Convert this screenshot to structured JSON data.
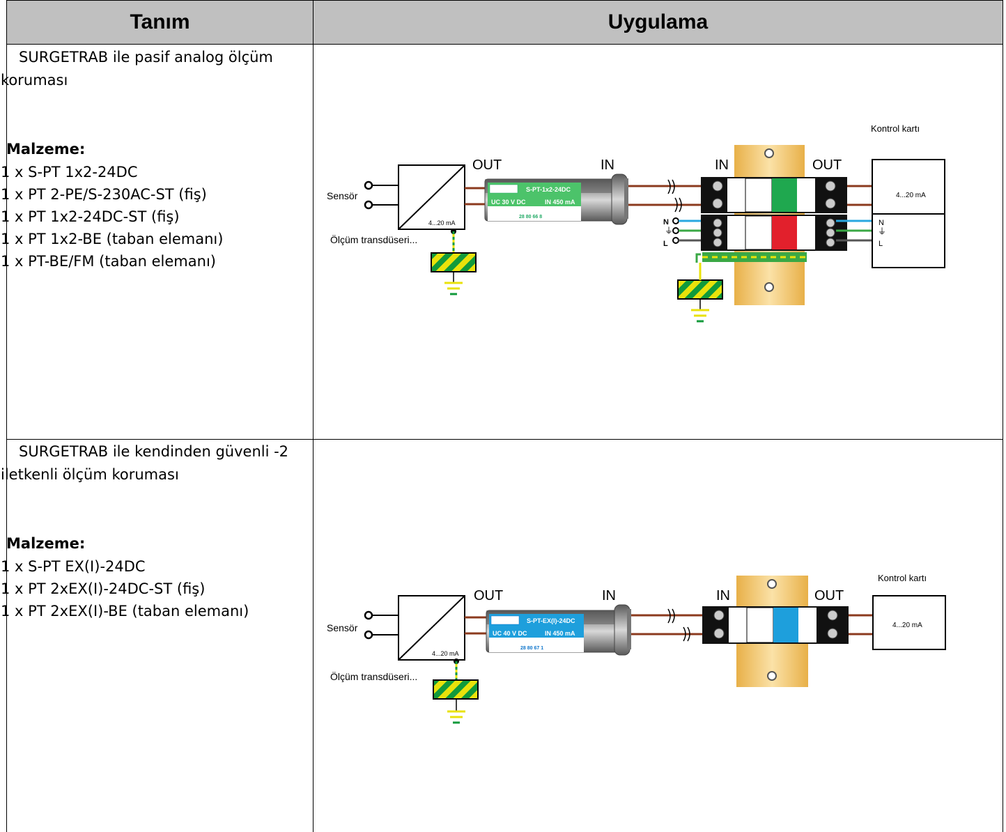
{
  "header": {
    "col1": "Tanım",
    "col2": "Uygulama"
  },
  "row1": {
    "title_line1": "SURGETRAB ile pasif analog ölçüm",
    "title_line2": "koruması",
    "materials_label": "Malzeme:",
    "materials": [
      "1 x S-PT 1x2-24DC",
      "1 x PT 2-PE/S-230AC-ST (fiş)",
      "1 x PT 1x2-24DC-ST (fiş)",
      "1 x PT 1x2-BE (taban elemanı)",
      "1 x PT-BE/FM (taban elemanı)"
    ],
    "diagram": {
      "sensor": "Sensör",
      "transducer": "Ölçüm transdüseri...",
      "range": "4...20 mA",
      "out_left": "OUT",
      "in_mid": "IN",
      "in_right": "IN",
      "out_right": "OUT",
      "device_name": "S-PT-1x2-24DC",
      "device_uc": "UC 30 V DC",
      "device_in": "IN 450 mA",
      "device_code": "28 80 66 8",
      "control_card": "Kontrol kartı",
      "card_range": "4...20 mA",
      "n_label": "N",
      "l_label": "L",
      "colors": {
        "protector_top": "#1fa84f",
        "protector_bottom": "#e2202c",
        "device": "#4cc36a"
      }
    }
  },
  "row2": {
    "title_line1": "SURGETRAB ile kendinden güvenli -2",
    "title_line2": "iletkenli ölçüm koruması",
    "materials_label": "Malzeme:",
    "materials": [
      "1 x S-PT EX(I)-24DC",
      "1 x PT 2xEX(I)-24DC-ST (fiş)",
      "1 x PT 2xEX(I)-BE (taban elemanı)"
    ],
    "diagram": {
      "sensor": "Sensör",
      "transducer": "Ölçüm transdüseri...",
      "range": "4...20 mA",
      "out_left": "OUT",
      "in_mid": "IN",
      "in_right": "IN",
      "out_right": "OUT",
      "device_name": "S-PT-EX(I)-24DC",
      "device_uc": "UC 40 V DC",
      "device_in": "IN 450 mA",
      "device_code": "28 80 67 1",
      "control_card": "Kontrol kartı",
      "card_range": "4...20 mA",
      "colors": {
        "protector_top": "#1e9fdc",
        "device": "#1e9fdc"
      }
    }
  }
}
